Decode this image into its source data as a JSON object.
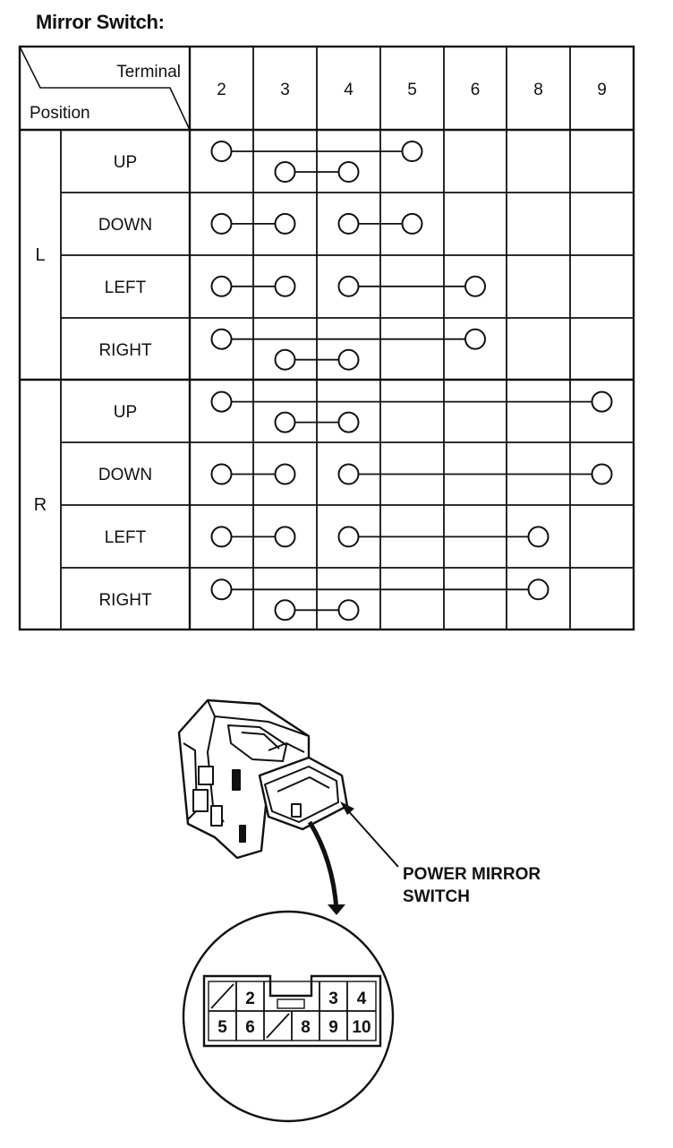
{
  "title": "Mirror Switch:",
  "table": {
    "corner_top": "Terminal",
    "corner_bottom": "Position",
    "terminals": [
      "2",
      "3",
      "4",
      "5",
      "6",
      "8",
      "9"
    ],
    "groups": [
      {
        "label": "L",
        "rows": [
          {
            "position": "UP",
            "links": [
              {
                "from": "2",
                "to": "5",
                "lane": "upper"
              },
              {
                "from": "3",
                "to": "4",
                "lane": "lower"
              }
            ]
          },
          {
            "position": "DOWN",
            "links": [
              {
                "from": "2",
                "to": "3",
                "lane": "mid"
              },
              {
                "from": "4",
                "to": "5",
                "lane": "mid"
              }
            ]
          },
          {
            "position": "LEFT",
            "links": [
              {
                "from": "2",
                "to": "3",
                "lane": "mid"
              },
              {
                "from": "4",
                "to": "6",
                "lane": "mid"
              }
            ]
          },
          {
            "position": "RIGHT",
            "links": [
              {
                "from": "2",
                "to": "6",
                "lane": "upper"
              },
              {
                "from": "3",
                "to": "4",
                "lane": "lower"
              }
            ]
          }
        ]
      },
      {
        "label": "R",
        "rows": [
          {
            "position": "UP",
            "links": [
              {
                "from": "2",
                "to": "9",
                "lane": "upper"
              },
              {
                "from": "3",
                "to": "4",
                "lane": "lower"
              }
            ]
          },
          {
            "position": "DOWN",
            "links": [
              {
                "from": "2",
                "to": "3",
                "lane": "mid"
              },
              {
                "from": "4",
                "to": "9",
                "lane": "mid"
              }
            ]
          },
          {
            "position": "LEFT",
            "links": [
              {
                "from": "2",
                "to": "3",
                "lane": "mid"
              },
              {
                "from": "4",
                "to": "8",
                "lane": "mid"
              }
            ]
          },
          {
            "position": "RIGHT",
            "links": [
              {
                "from": "2",
                "to": "8",
                "lane": "upper"
              },
              {
                "from": "3",
                "to": "4",
                "lane": "lower"
              }
            ]
          }
        ]
      }
    ]
  },
  "callout": {
    "line1": "POWER MIRROR",
    "line2": "SWITCH"
  },
  "connector": {
    "top_row": [
      "",
      "2",
      "",
      "",
      "3",
      "4"
    ],
    "bottom_row": [
      "5",
      "6",
      "",
      "8",
      "9",
      "10"
    ]
  }
}
